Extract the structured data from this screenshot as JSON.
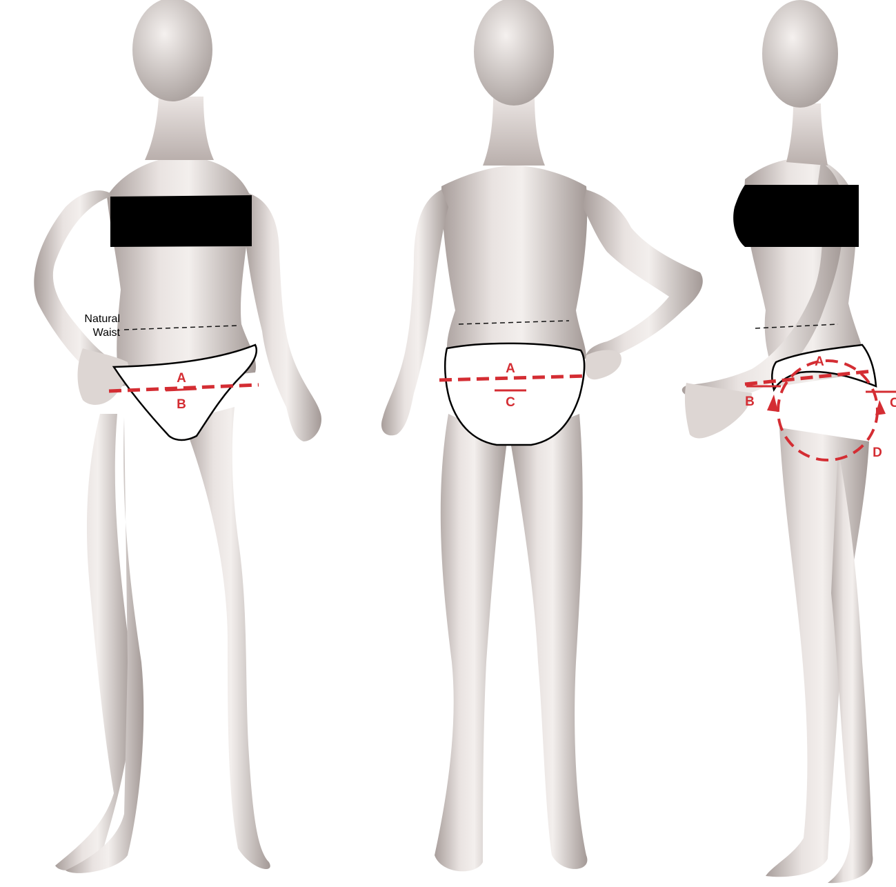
{
  "figure": {
    "views": [
      {
        "id": "front",
        "name": "front-view"
      },
      {
        "id": "back",
        "name": "back-view"
      },
      {
        "id": "side",
        "name": "side-view"
      }
    ],
    "annotations": {
      "front": {
        "waist_label_line1": "Natural",
        "waist_label_line2": "Waist",
        "label_a": "A",
        "label_b": "B"
      },
      "back": {
        "label_a": "A",
        "label_c": "C"
      },
      "side": {
        "label_a": "A",
        "label_b": "B",
        "label_c": "C",
        "label_d": "D"
      }
    }
  },
  "colors": {
    "skin": "#cfc7c4",
    "skin_highlight": "#f1ecea",
    "skin_shadow": "#9d9391",
    "band": "#000000",
    "brief": "#ffffff",
    "measure": "#d42d33",
    "waistline": "#111111"
  }
}
